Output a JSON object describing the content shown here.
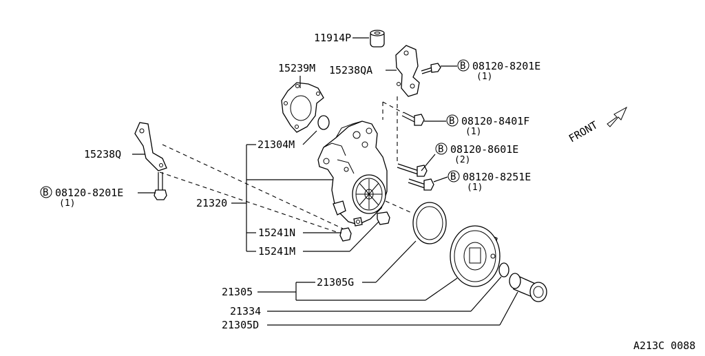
{
  "diagram": {
    "front_label": "FRONT",
    "figure_code": "A213C 0088",
    "bolt_symbol": "B",
    "labels": {
      "p11914P": "11914P",
      "p15239M": "15239M",
      "p15238QA": "15238QA",
      "p15238Q": "15238Q",
      "p21304M": "21304M",
      "p21320": "21320",
      "p15241N": "15241N",
      "p15241M": "15241M",
      "p21305": "21305",
      "p21305G": "21305G",
      "p21334": "21334",
      "p21305D": "21305D"
    },
    "bolts": [
      {
        "code": "08120-8201E",
        "qty": "(1)"
      },
      {
        "code": "08120-8401F",
        "qty": "(1)"
      },
      {
        "code": "08120-8601E",
        "qty": "(2)"
      },
      {
        "code": "08120-8251E",
        "qty": "(1)"
      },
      {
        "code": "08120-8201E",
        "qty": "(1)"
      }
    ]
  }
}
